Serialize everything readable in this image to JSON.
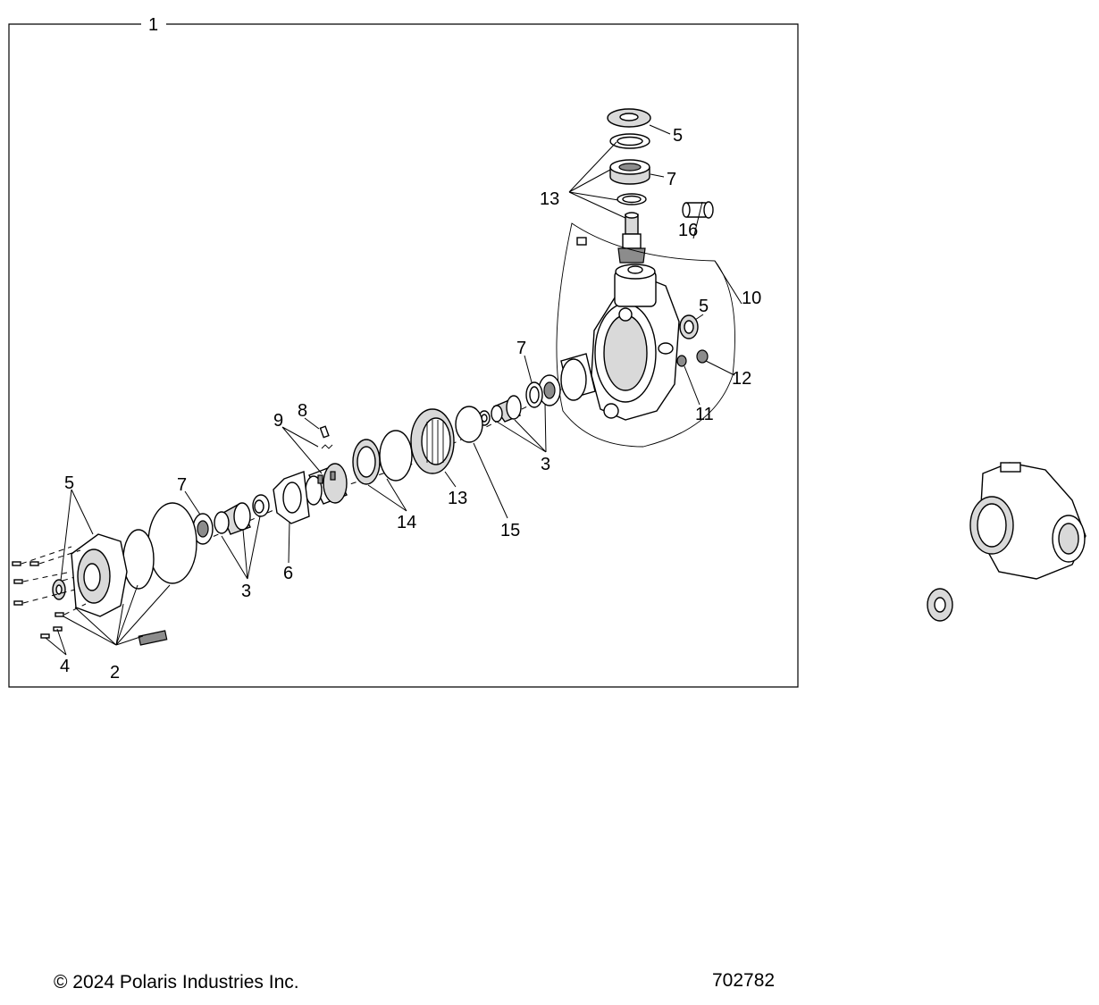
{
  "diagram": {
    "callouts": [
      {
        "id": "c1",
        "text": "1"
      },
      {
        "id": "c5-top",
        "text": "5"
      },
      {
        "id": "c7-top",
        "text": "7"
      },
      {
        "id": "c13-top",
        "text": "13"
      },
      {
        "id": "c16",
        "text": "16"
      },
      {
        "id": "c10",
        "text": "10"
      },
      {
        "id": "c5-housing",
        "text": "5"
      },
      {
        "id": "c12",
        "text": "12"
      },
      {
        "id": "c11",
        "text": "11"
      },
      {
        "id": "c7-mid",
        "text": "7"
      },
      {
        "id": "c3-mid",
        "text": "3"
      },
      {
        "id": "c8",
        "text": "8"
      },
      {
        "id": "c9",
        "text": "9"
      },
      {
        "id": "c13-mid",
        "text": "13"
      },
      {
        "id": "c15",
        "text": "15"
      },
      {
        "id": "c14",
        "text": "14"
      },
      {
        "id": "c6",
        "text": "6"
      },
      {
        "id": "c7-left",
        "text": "7"
      },
      {
        "id": "c3-left",
        "text": "3"
      },
      {
        "id": "c5-left",
        "text": "5"
      },
      {
        "id": "c4",
        "text": "4"
      },
      {
        "id": "c2",
        "text": "2"
      }
    ]
  },
  "footer": {
    "copyright": "© 2024 Polaris Industries Inc.",
    "drawing_number": "702782"
  }
}
